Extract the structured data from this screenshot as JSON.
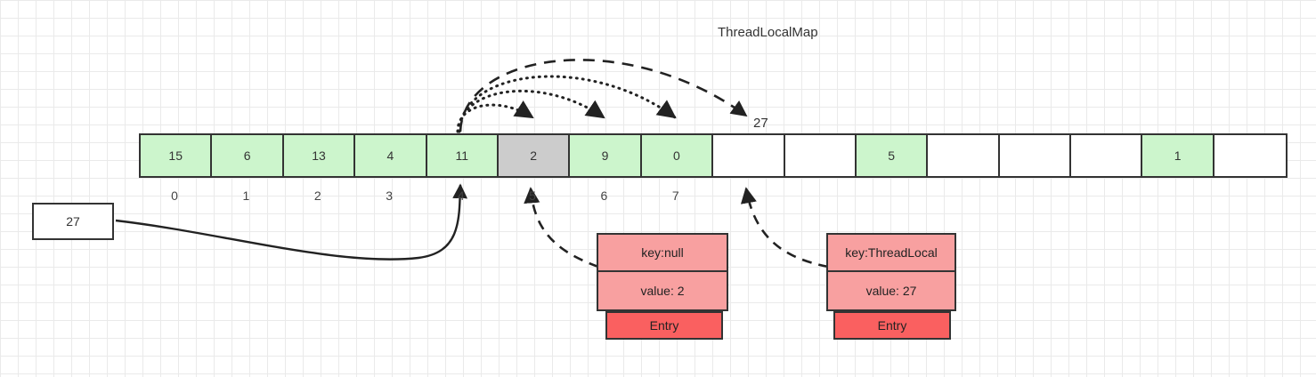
{
  "diagram": {
    "title": "ThreadLocalMap",
    "arrow_label": "27",
    "source_box": {
      "value": "27"
    }
  },
  "array": {
    "cells": [
      {
        "value": "15",
        "fill": "green"
      },
      {
        "value": "6",
        "fill": "green"
      },
      {
        "value": "13",
        "fill": "green"
      },
      {
        "value": "4",
        "fill": "green"
      },
      {
        "value": "11",
        "fill": "green"
      },
      {
        "value": "2",
        "fill": "gray"
      },
      {
        "value": "9",
        "fill": "green"
      },
      {
        "value": "0",
        "fill": "green"
      },
      {
        "value": "",
        "fill": "white"
      },
      {
        "value": "",
        "fill": "white"
      },
      {
        "value": "5",
        "fill": "green"
      },
      {
        "value": "",
        "fill": "white"
      },
      {
        "value": "",
        "fill": "white"
      },
      {
        "value": "",
        "fill": "white"
      },
      {
        "value": "1",
        "fill": "green"
      },
      {
        "value": "",
        "fill": "white"
      }
    ],
    "indices": [
      "0",
      "1",
      "2",
      "3",
      "4",
      "5",
      "6",
      "7"
    ]
  },
  "entries": [
    {
      "key": "key:null",
      "value": "value: 2",
      "footer": "Entry"
    },
    {
      "key": "key:ThreadLocal",
      "value": "value: 27",
      "footer": "Entry"
    }
  ],
  "colors": {
    "green_cell": "#ccf5cc",
    "gray_cell": "#cccccc",
    "entry_light": "#f8a0a0",
    "entry_dark": "#fa6060",
    "stroke": "#333333",
    "grid": "#eaeaea"
  }
}
